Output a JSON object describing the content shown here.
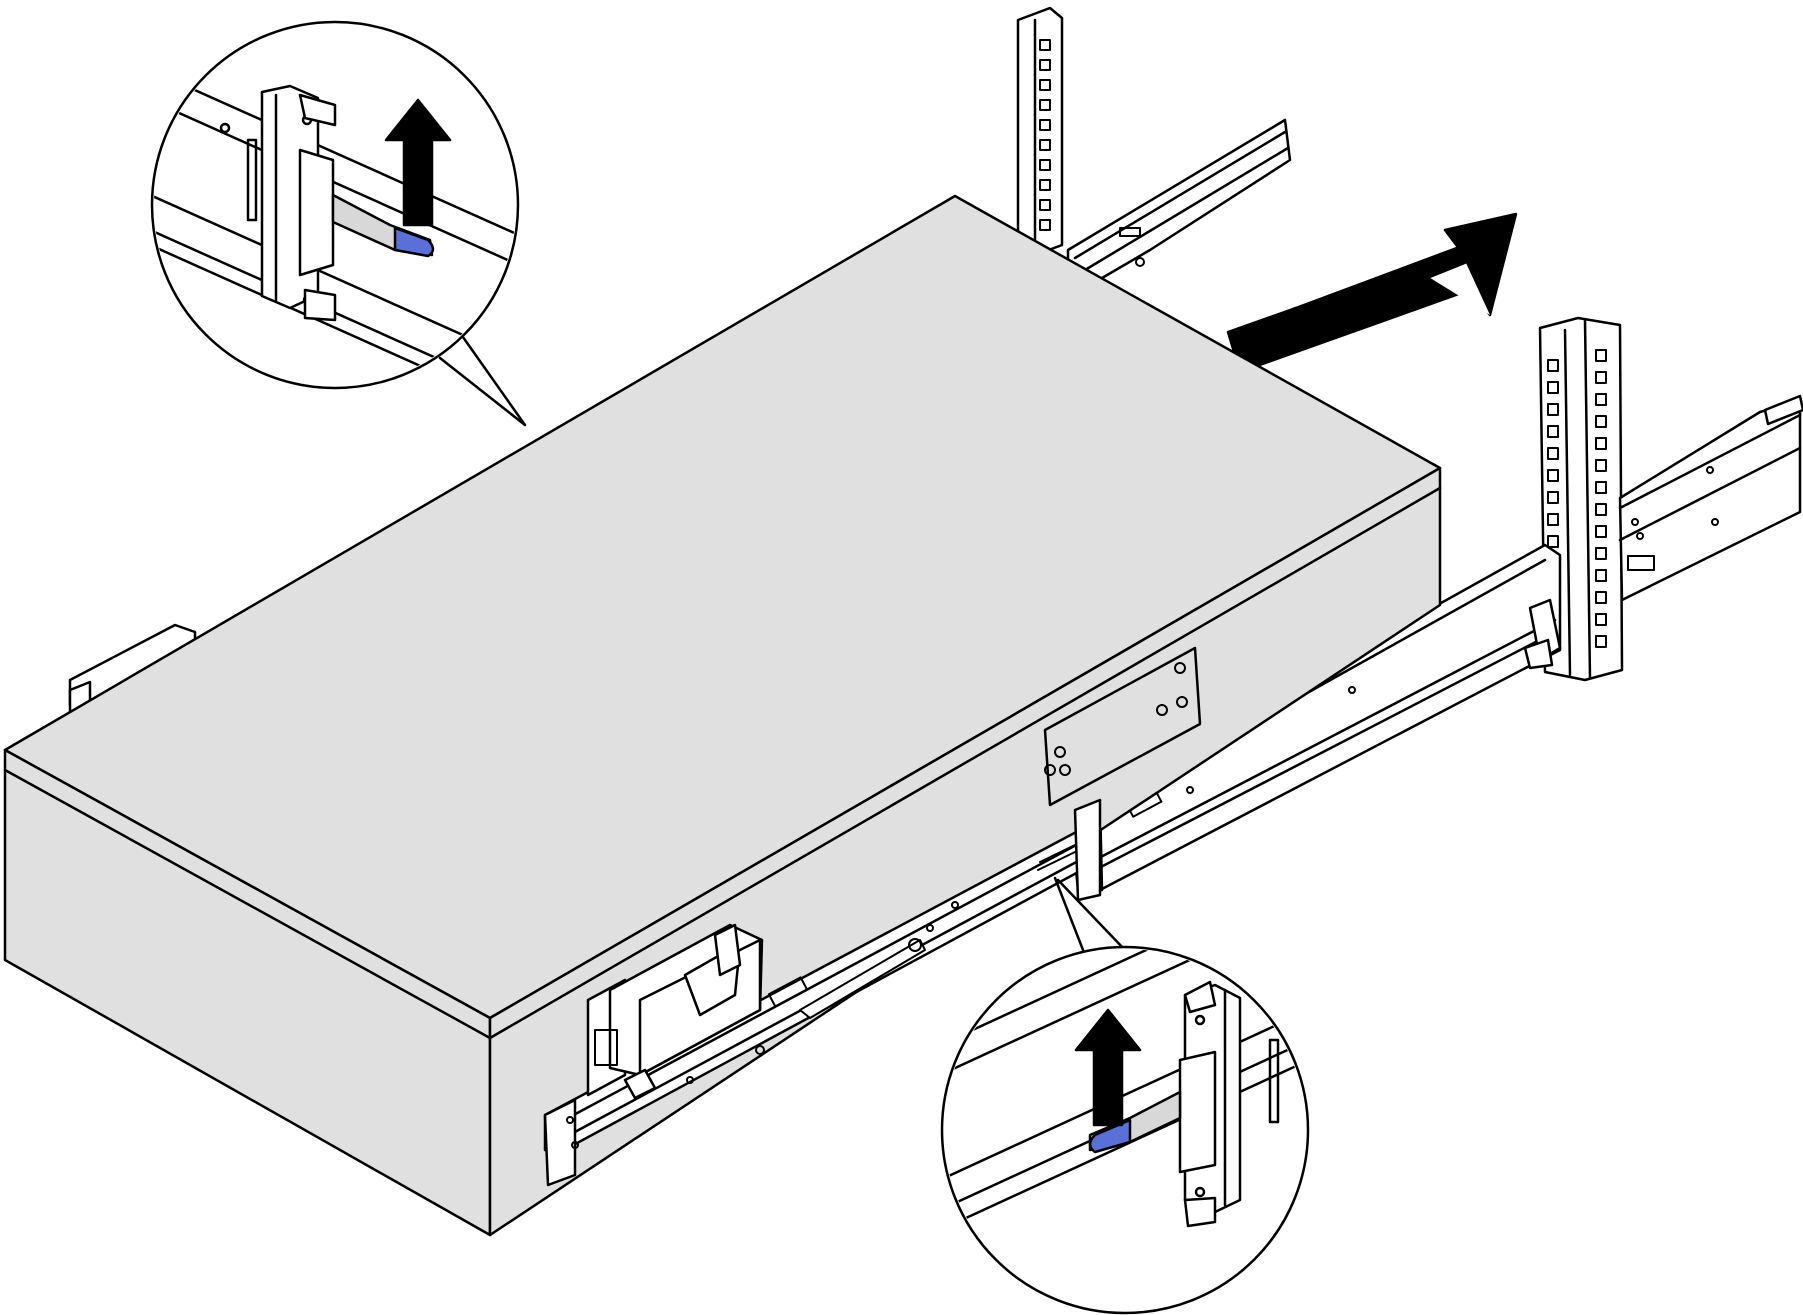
{
  "diagram": {
    "colors": {
      "outline": "#000000",
      "chassis_fill": "#e0e0e0",
      "background": "#ffffff",
      "release_tab": "#5b6fd8",
      "arrow": "#000000"
    },
    "components": [
      "server-chassis",
      "left-slide-rail",
      "right-slide-rail",
      "rear-rack-posts",
      "slide-direction-arrow",
      "rail-release-latch-detail-top",
      "rail-release-latch-detail-bottom"
    ],
    "icons": {
      "direction": "arrow-up-right-icon",
      "latch_push": "arrow-up-icon"
    }
  }
}
